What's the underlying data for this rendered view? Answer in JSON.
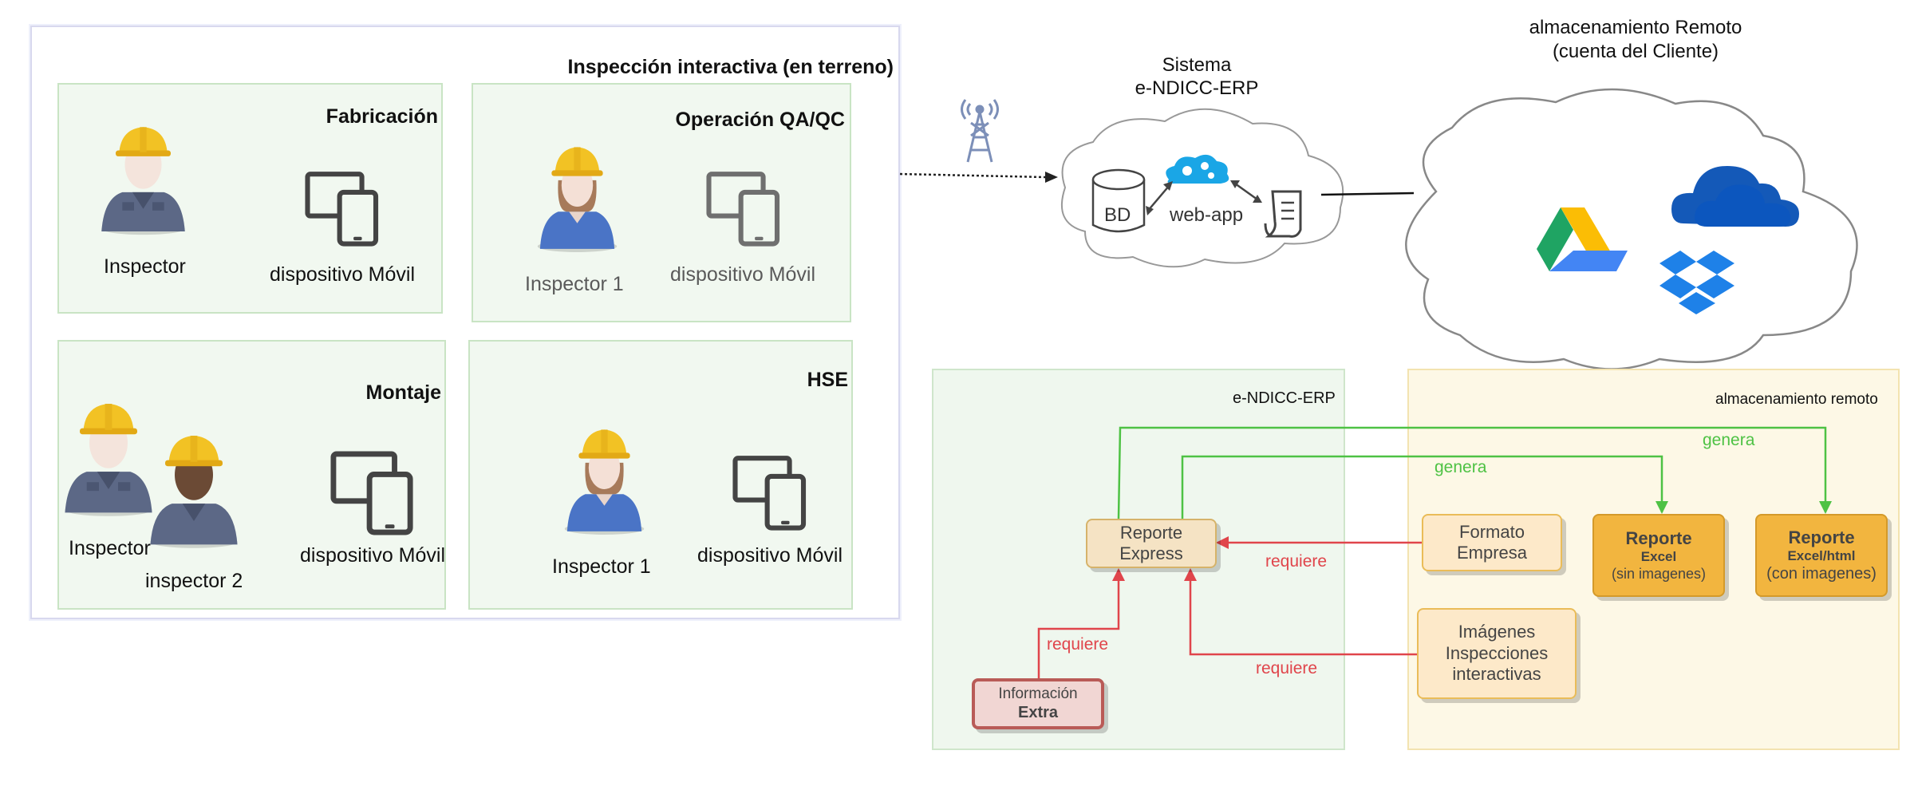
{
  "left": {
    "title": "Inspección interactiva (en terreno)",
    "panels": {
      "fabricacion": {
        "title": "Fabricación",
        "person": "Inspector",
        "device": "dispositivo Móvil"
      },
      "qa": {
        "title": "Operación QA/QC",
        "person": "Inspector 1",
        "device": "dispositivo Móvil"
      },
      "montaje": {
        "title": "Montaje",
        "person1": "Inspector",
        "person2": "inspector 2",
        "device": "dispositivo Móvil"
      },
      "hse": {
        "title": "HSE",
        "person": "Inspector 1",
        "device": "dispositivo Móvil"
      }
    }
  },
  "system": {
    "title_line1": "Sistema",
    "title_line2": "e-NDICC-ERP",
    "db": "BD",
    "webapp": "web-app"
  },
  "remote": {
    "title_line1": "almacenamiento Remoto",
    "title_line2": "(cuenta del Cliente)"
  },
  "flow": {
    "erp_label": "e-NDICC-ERP",
    "remote_label": "almacenamiento remoto",
    "reporte_express": {
      "line1": "Reporte",
      "line2": "Express"
    },
    "formato": {
      "line1": "Formato",
      "line2": "Empresa"
    },
    "imagenes": {
      "line1": "Imágenes",
      "line2": "Inspecciones",
      "line3": "interactivas"
    },
    "info": {
      "line1": "Información",
      "line2": "Extra"
    },
    "reporte_excel": {
      "line1": "Reporte",
      "line2": "Excel",
      "line3": "(sin imagenes)"
    },
    "reporte_html": {
      "line1": "Reporte",
      "line2": "Excel/html",
      "line3": "(con imagenes)"
    },
    "requiere": "requiere",
    "genera": "genera"
  },
  "colors": {
    "panel_bg": "#f1f8f0",
    "panel_border": "#c9e4c4",
    "erp_bg": "#eff7ee",
    "remote_bg": "#fdf8e6",
    "orange": "#f2b53f",
    "red_arrow": "#e0454b",
    "green_arrow": "#4ec244"
  }
}
